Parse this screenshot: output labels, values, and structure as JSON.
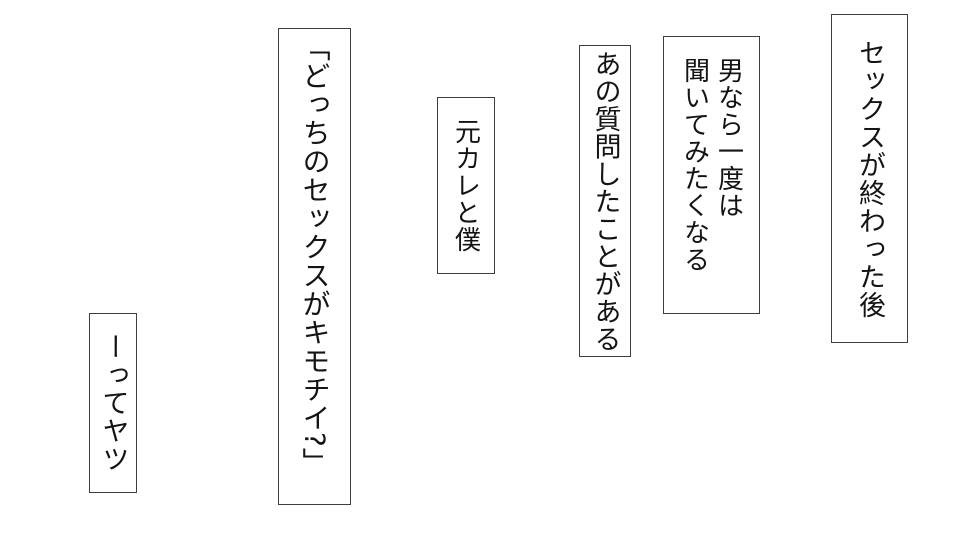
{
  "page": {
    "background_color": "#ffffff",
    "box_border_color": "#3e3e3e",
    "text_color": "#141414"
  },
  "boxes": [
    {
      "name": "after-sex",
      "lines": [
        "セックスが終わった後"
      ]
    },
    {
      "name": "men-want-to-ask",
      "lines": [
        "男なら一度は",
        "聞いてみたくなる"
      ]
    },
    {
      "name": "have-asked-that-question",
      "lines": [
        "あの質問したことがある"
      ]
    },
    {
      "name": "ex-boyfriend-and-me",
      "lines": [
        "元カレと僕"
      ]
    },
    {
      "name": "quote-which-sex-feels-better",
      "lines": [
        "「どっちのセックスがキモチイ?」"
      ]
    },
    {
      "name": "tte-yatsu",
      "lines": [
        "ーってヤツ"
      ]
    }
  ]
}
